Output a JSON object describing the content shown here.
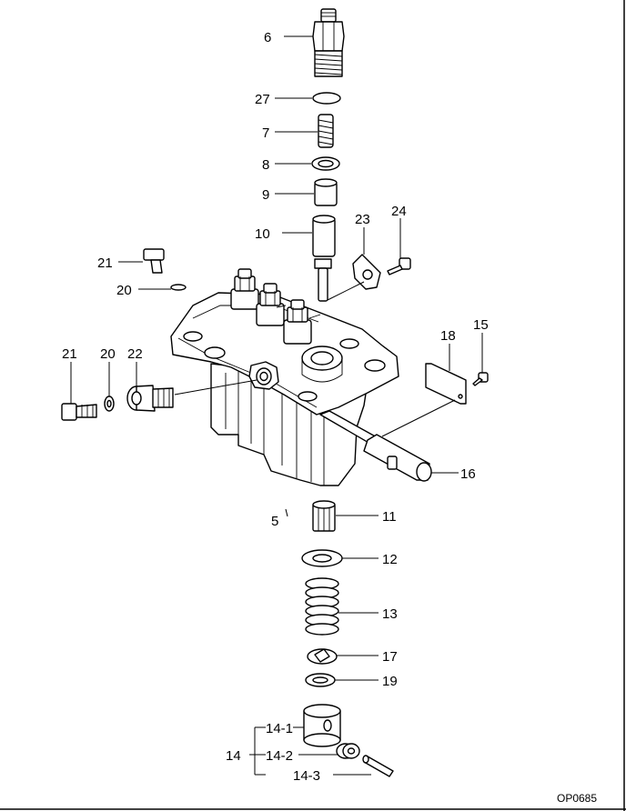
{
  "figure_code": "OP0685",
  "callouts": {
    "c6": "6",
    "c27": "27",
    "c7": "7",
    "c8": "8",
    "c9": "9",
    "c10": "10",
    "c23": "23",
    "c24": "24",
    "c21a": "21",
    "c20a": "20",
    "c18": "18",
    "c15": "15",
    "c21b": "21",
    "c20b": "20",
    "c22": "22",
    "c16": "16",
    "c5": "5",
    "c11": "11",
    "c12": "12",
    "c13": "13",
    "c17": "17",
    "c19": "19",
    "c14": "14",
    "c14_1": "14-1",
    "c14_2": "14-2",
    "c14_3": "14-3"
  }
}
